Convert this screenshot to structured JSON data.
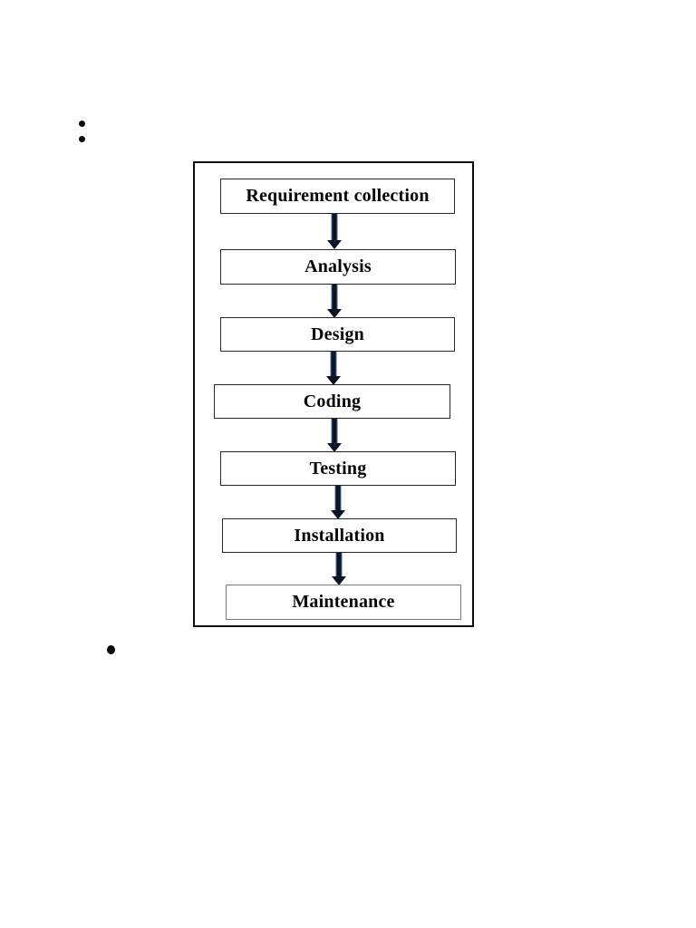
{
  "icons": {
    "bullet-icon": "circle-dot",
    "down-arrow-icon": "thick-down-arrow"
  },
  "colors": {
    "page_background": "#ffffff",
    "frame_border": "#0a0a0a",
    "box_border": "#262626",
    "maintenance_box_border": "#7a7a7a",
    "box_text": "#050505",
    "arrow_fill": "#0d1524",
    "arrow_outline": "#3f6ab0"
  },
  "bullet_list_top": {
    "items": [
      "",
      ""
    ]
  },
  "bullet_list_bottom": {
    "items": [
      ""
    ]
  },
  "diagram": {
    "type": "flowchart",
    "direction": "top-to-bottom",
    "steps": [
      {
        "label": "Requirement collection"
      },
      {
        "label": "Analysis"
      },
      {
        "label": "Design"
      },
      {
        "label": "Coding"
      },
      {
        "label": "Testing"
      },
      {
        "label": "Installation"
      },
      {
        "label": "Maintenance"
      }
    ],
    "connections": [
      {
        "from": 0,
        "to": 1
      },
      {
        "from": 1,
        "to": 2
      },
      {
        "from": 2,
        "to": 3
      },
      {
        "from": 3,
        "to": 4
      },
      {
        "from": 4,
        "to": 5
      },
      {
        "from": 5,
        "to": 6
      }
    ]
  }
}
